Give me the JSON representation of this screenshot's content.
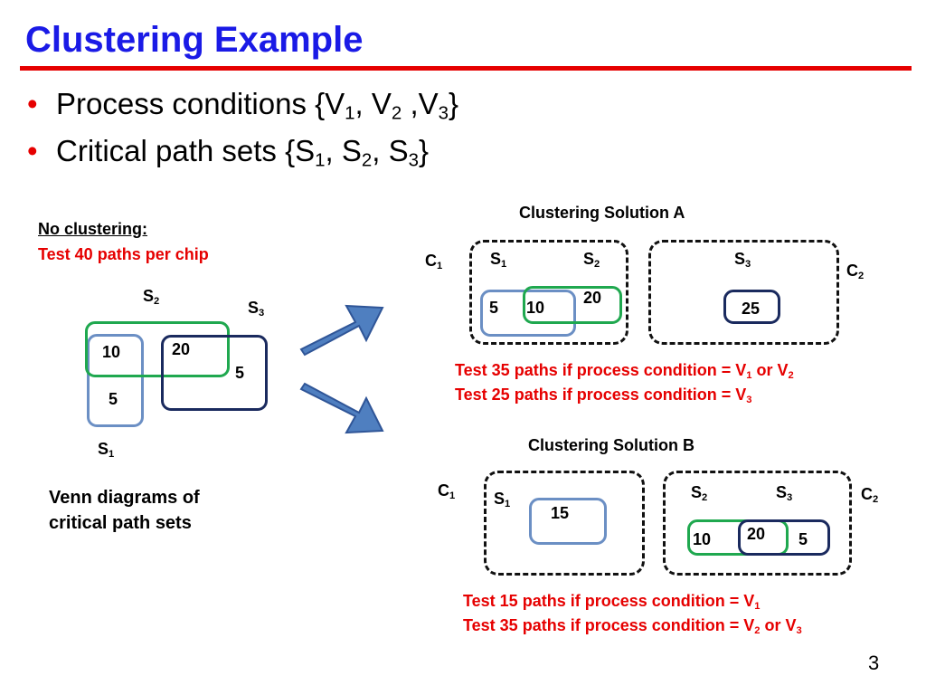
{
  "slide": {
    "title": "Clustering Example",
    "page_number": "3",
    "bullets": [
      {
        "text": "Process conditions {V",
        "subs": [
          "1",
          "2",
          "3"
        ],
        "seps": [
          ", V",
          " ,V",
          "}"
        ]
      },
      {
        "text": "Critical path sets {S",
        "subs": [
          "1",
          "2",
          "3"
        ],
        "seps": [
          ", S",
          ", S",
          "}"
        ]
      }
    ],
    "left": {
      "heading": "No clustering:",
      "subheading": "Test 40 paths per chip",
      "caption_line1": "Venn diagrams of",
      "caption_line2": "critical path sets",
      "set_letter": "S",
      "s1_sub": "1",
      "s2_sub": "2",
      "s3_sub": "3",
      "v10": "10",
      "v20": "20",
      "v5a": "5",
      "v5b": "5"
    },
    "solution_a": {
      "title": "Clustering Solution A",
      "c_letter": "C",
      "set_letter": "S",
      "c1_sub": "1",
      "c2_sub": "2",
      "s1_sub": "1",
      "s2_sub": "2",
      "s3_sub": "3",
      "v5": "5",
      "v10": "10",
      "v20": "20",
      "v25": "25",
      "note1_pre": "Test 35 paths if process condition = V",
      "note1_sub1": "1",
      "note1_mid": " or V",
      "note1_sub2": "2",
      "note2_pre": "Test 25 paths if process condition = V",
      "note2_sub1": "3"
    },
    "solution_b": {
      "title": "Clustering Solution B",
      "c_letter": "C",
      "set_letter": "S",
      "c1_sub": "1",
      "c2_sub": "2",
      "s1_sub": "1",
      "s2_sub": "2",
      "s3_sub": "3",
      "v15": "15",
      "v10": "10",
      "v20": "20",
      "v5": "5",
      "note1_pre": "Test 15 paths if process condition = V",
      "note1_sub1": "1",
      "note2_pre": "Test 35 paths if process condition = V",
      "note2_sub1": "2",
      "note2_mid": " or V",
      "note2_sub2": "3"
    },
    "colors": {
      "title": "#1a1ae6",
      "accent": "#e60000",
      "s1": "#6b8fc4",
      "s2": "#1fa84f",
      "s3": "#1a2a5e",
      "arrow": "#4f7fc0"
    }
  }
}
